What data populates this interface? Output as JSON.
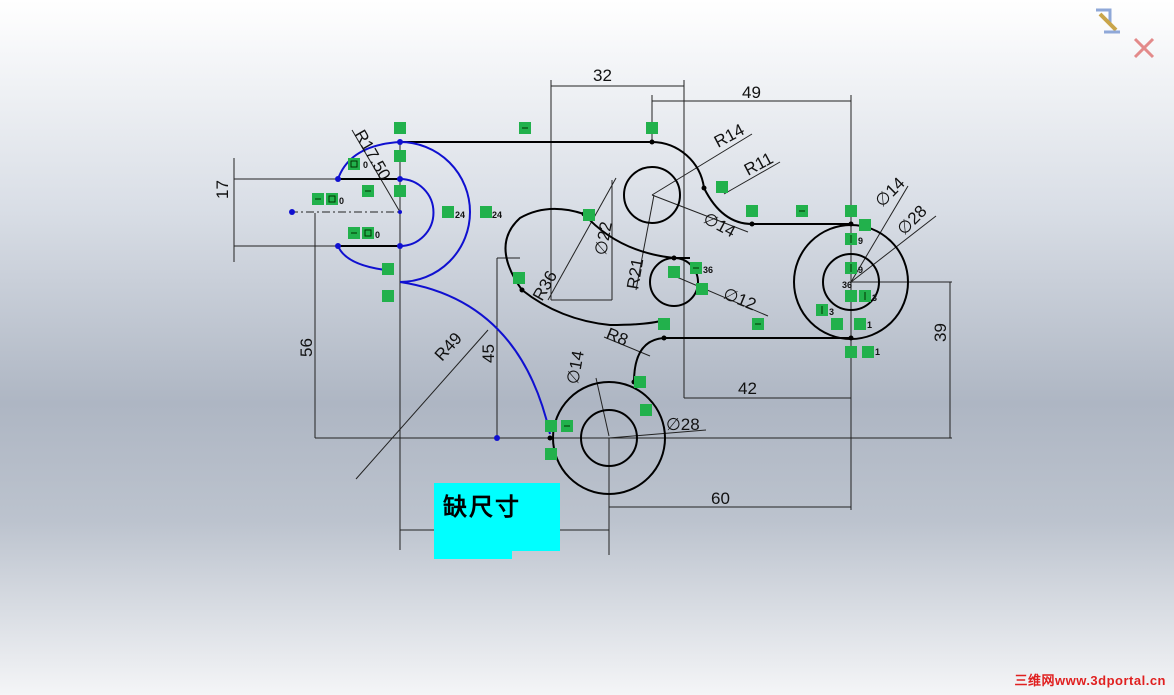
{
  "window": {
    "close_icon": "close-icon",
    "confirm_icon": "confirm-corner-icon"
  },
  "dimensions": {
    "d_32": "32",
    "d_49": "49",
    "d_r14": "R14",
    "d_r11": "R11",
    "d_phi14_top": "∅14",
    "d_phi28_right": "∅28",
    "d_phi14_right": "∅14",
    "d_r17_50": "R17.50",
    "d_17": "17",
    "d_phi22": "∅22",
    "d_r21": "R21",
    "d_r36": "R36",
    "d_phi12": "∅12",
    "d_r8": "R8",
    "d_56": "56",
    "d_45": "45",
    "d_r49": "R49",
    "d_phi14_bottom": "∅14",
    "d_phi28_bottom": "∅28",
    "d_42": "42",
    "d_39": "39",
    "d_60": "60"
  },
  "relations": {
    "r_0a": "0",
    "r_0b": "0",
    "r_0c": "0",
    "r_24a": "24",
    "r_24b": "24",
    "r_36a": "36",
    "r_36b": "36",
    "r_9a": "9",
    "r_9b": "9",
    "r_3a": "3",
    "r_3b": "3",
    "r_1a": "1",
    "r_1b": "1"
  },
  "note": {
    "text": "缺尺寸"
  },
  "watermark": {
    "text": "三维网www.3dportal.cn"
  },
  "colors": {
    "geometry_black": "#000000",
    "geometry_blue": "#1010d0",
    "relation_green": "#22b14c",
    "note_cyan": "#00ffff",
    "watermark_red": "#e02020"
  }
}
